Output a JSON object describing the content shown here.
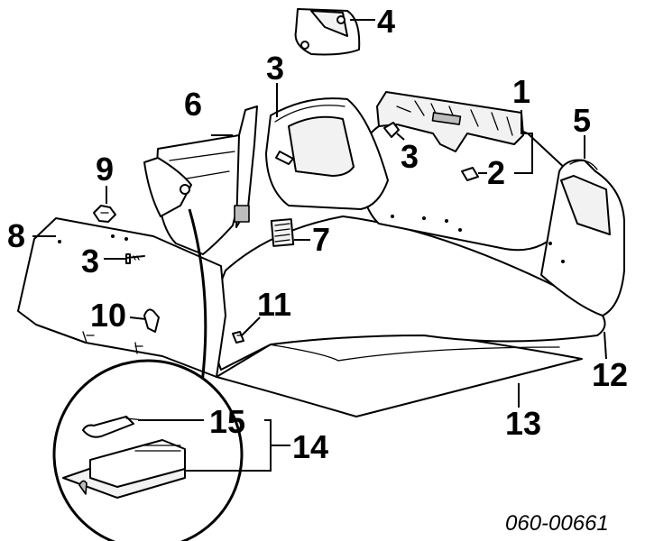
{
  "diagram": {
    "callouts": {
      "c1": "1",
      "c2": "2",
      "c3a": "3",
      "c3b": "3",
      "c3c": "3",
      "c4": "4",
      "c5": "5",
      "c6": "6",
      "c7": "7",
      "c8": "8",
      "c9": "9",
      "c10": "10",
      "c11": "11",
      "c12": "12",
      "c13": "13",
      "c14": "14",
      "c15": "15"
    },
    "drawing_code": "060-00661"
  }
}
